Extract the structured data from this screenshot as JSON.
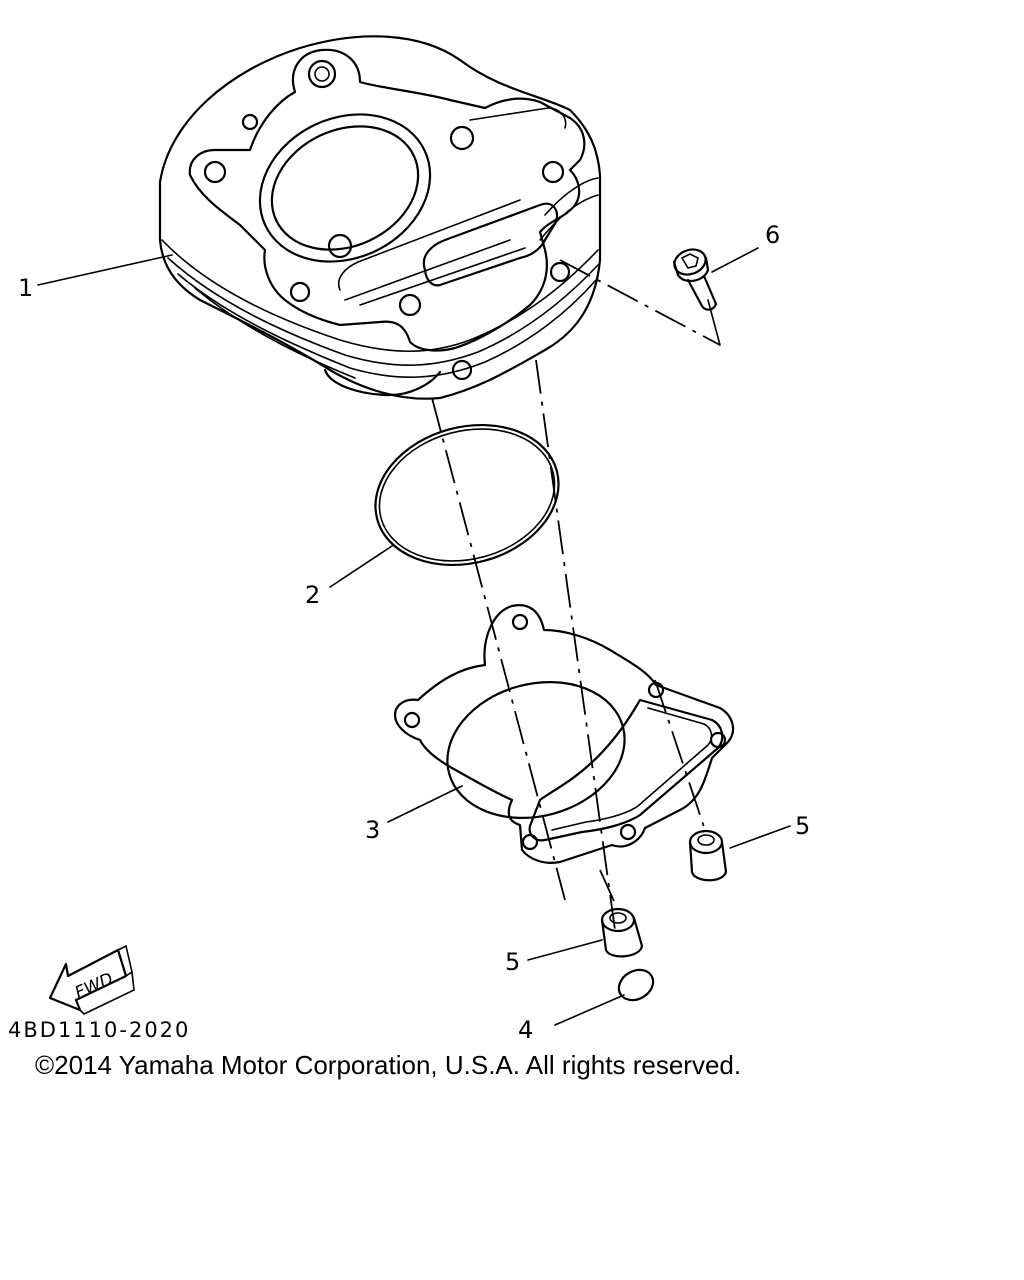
{
  "diagram": {
    "callouts": [
      "1",
      "2",
      "3",
      "4",
      "5",
      "5",
      "6"
    ],
    "fwd_label": "FWD",
    "drawing_code": "4BD1110-2020",
    "copyright": "©2014 Yamaha Motor Corporation, U.S.A. All rights reserved."
  }
}
